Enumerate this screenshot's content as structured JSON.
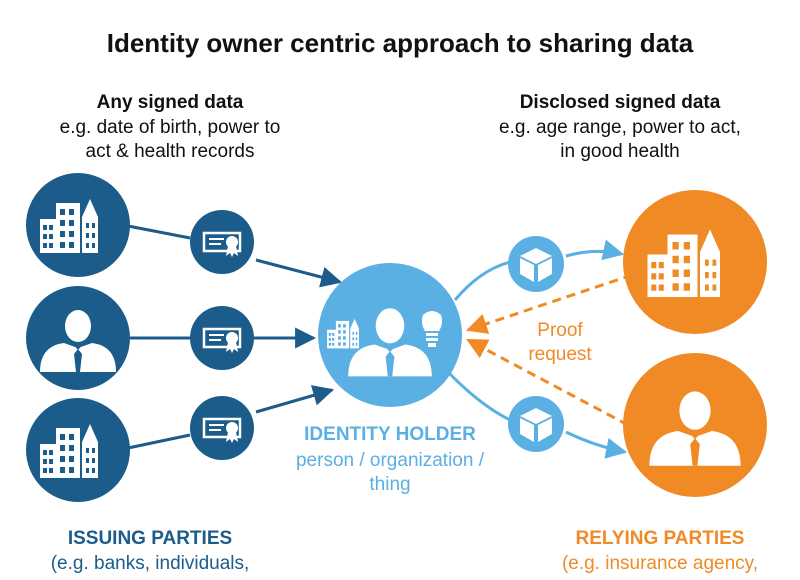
{
  "title": "Identity owner centric approach to sharing data",
  "left_header": {
    "title": "Any signed data",
    "line1": "e.g. date of birth, power to",
    "line2": "act & health records"
  },
  "right_header": {
    "title": "Disclosed signed data",
    "line1": "e.g. age range, power to act,",
    "line2": "in good health"
  },
  "holder": {
    "title": "IDENTITY HOLDER",
    "line1": "person / organization /",
    "line2": "thing"
  },
  "issuers": {
    "title": "ISSUING PARTIES",
    "subtitle": "(e.g. banks, individuals,",
    "nodes": [
      "building-icon",
      "person-icon",
      "building-icon"
    ]
  },
  "relying": {
    "title": "RELYING PARTIES",
    "subtitle": "(e.g. insurance agency,",
    "nodes": [
      "building-icon",
      "person-icon"
    ]
  },
  "proof_request": {
    "line1": "Proof",
    "line2": "request"
  },
  "colors": {
    "dark_blue": "#1b5c8b",
    "light_blue": "#5aafe3",
    "orange": "#f08a24"
  }
}
